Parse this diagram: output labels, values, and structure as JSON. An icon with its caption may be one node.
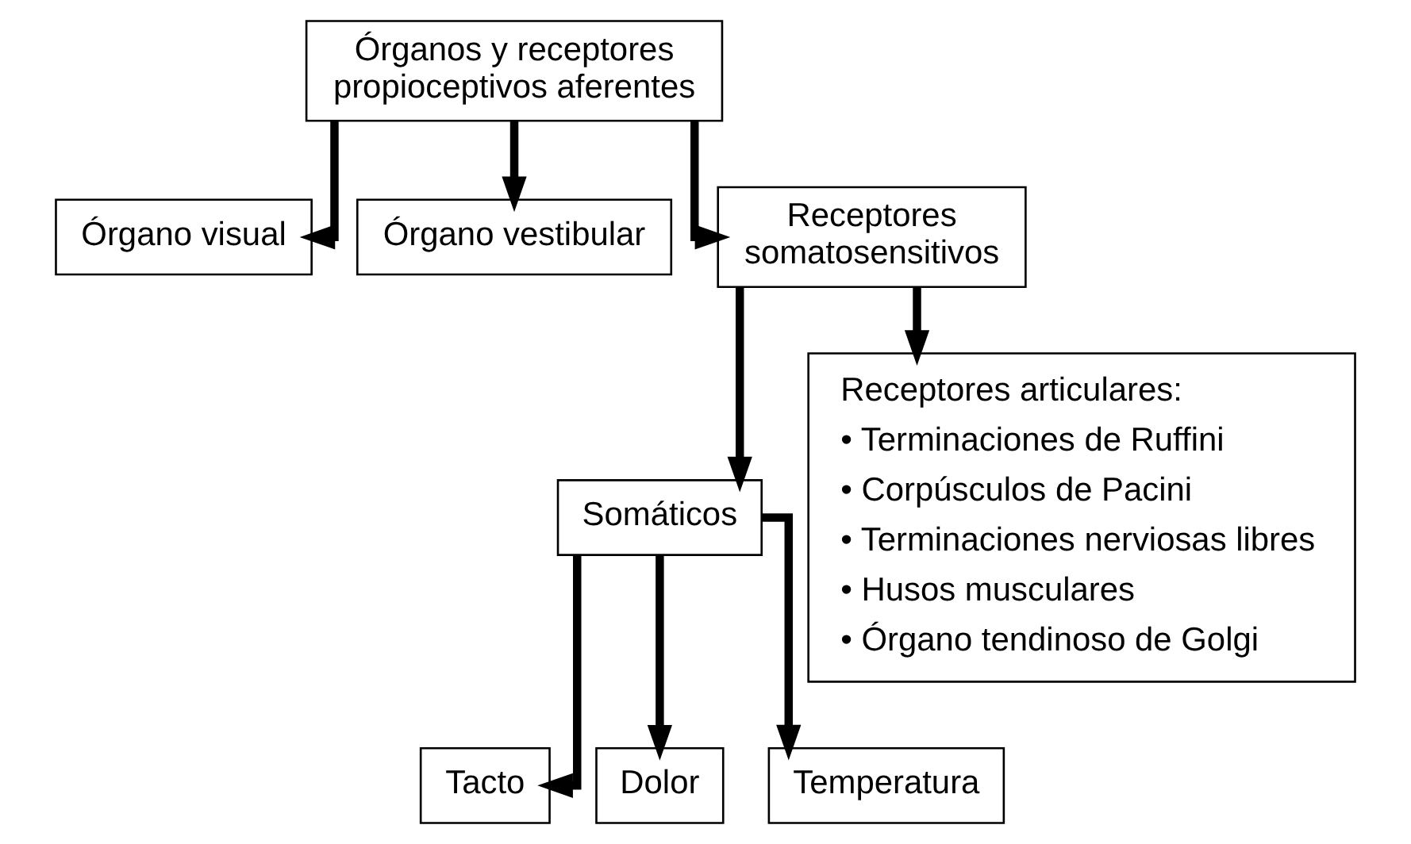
{
  "diagram": {
    "nodes": [
      {
        "text": [
          "Órganos y receptores propioceptivos aferentes"
        ]
      },
      {
        "text": [
          "Órgano visual"
        ]
      },
      {
        "text": [
          "Órgano vestibular"
        ]
      },
      {
        "text": [
          "Receptores somatosensitivos"
        ]
      },
      {
        "text": [
          "Somáticos"
        ]
      },
      {
        "text": [
          "Receptores articulares:",
          "• Terminaciones de Ruffini",
          "• Corpúsculos de Pacini",
          "• Terminaciones nerviosas libres",
          "• Husos musculares",
          "• Órgano tendinoso de Golgi"
        ]
      },
      {
        "text": [
          "Tacto"
        ]
      },
      {
        "text": [
          "Dolor"
        ]
      },
      {
        "text": [
          "Temperatura"
        ]
      }
    ],
    "edges": [
      {
        "from": 0,
        "to": 1,
        "arrow": "to"
      },
      {
        "from": 0,
        "to": 2,
        "arrow": "to"
      },
      {
        "from": 0,
        "to": 3,
        "arrow": "to"
      },
      {
        "from": 3,
        "to": 4,
        "arrow": "to"
      },
      {
        "from": 3,
        "to": 5,
        "arrow": "to"
      },
      {
        "from": 4,
        "to": 6,
        "arrow": "to"
      },
      {
        "from": 4,
        "to": 7,
        "arrow": "to"
      },
      {
        "from": 4,
        "to": 8,
        "arrow": "to"
      }
    ]
  }
}
